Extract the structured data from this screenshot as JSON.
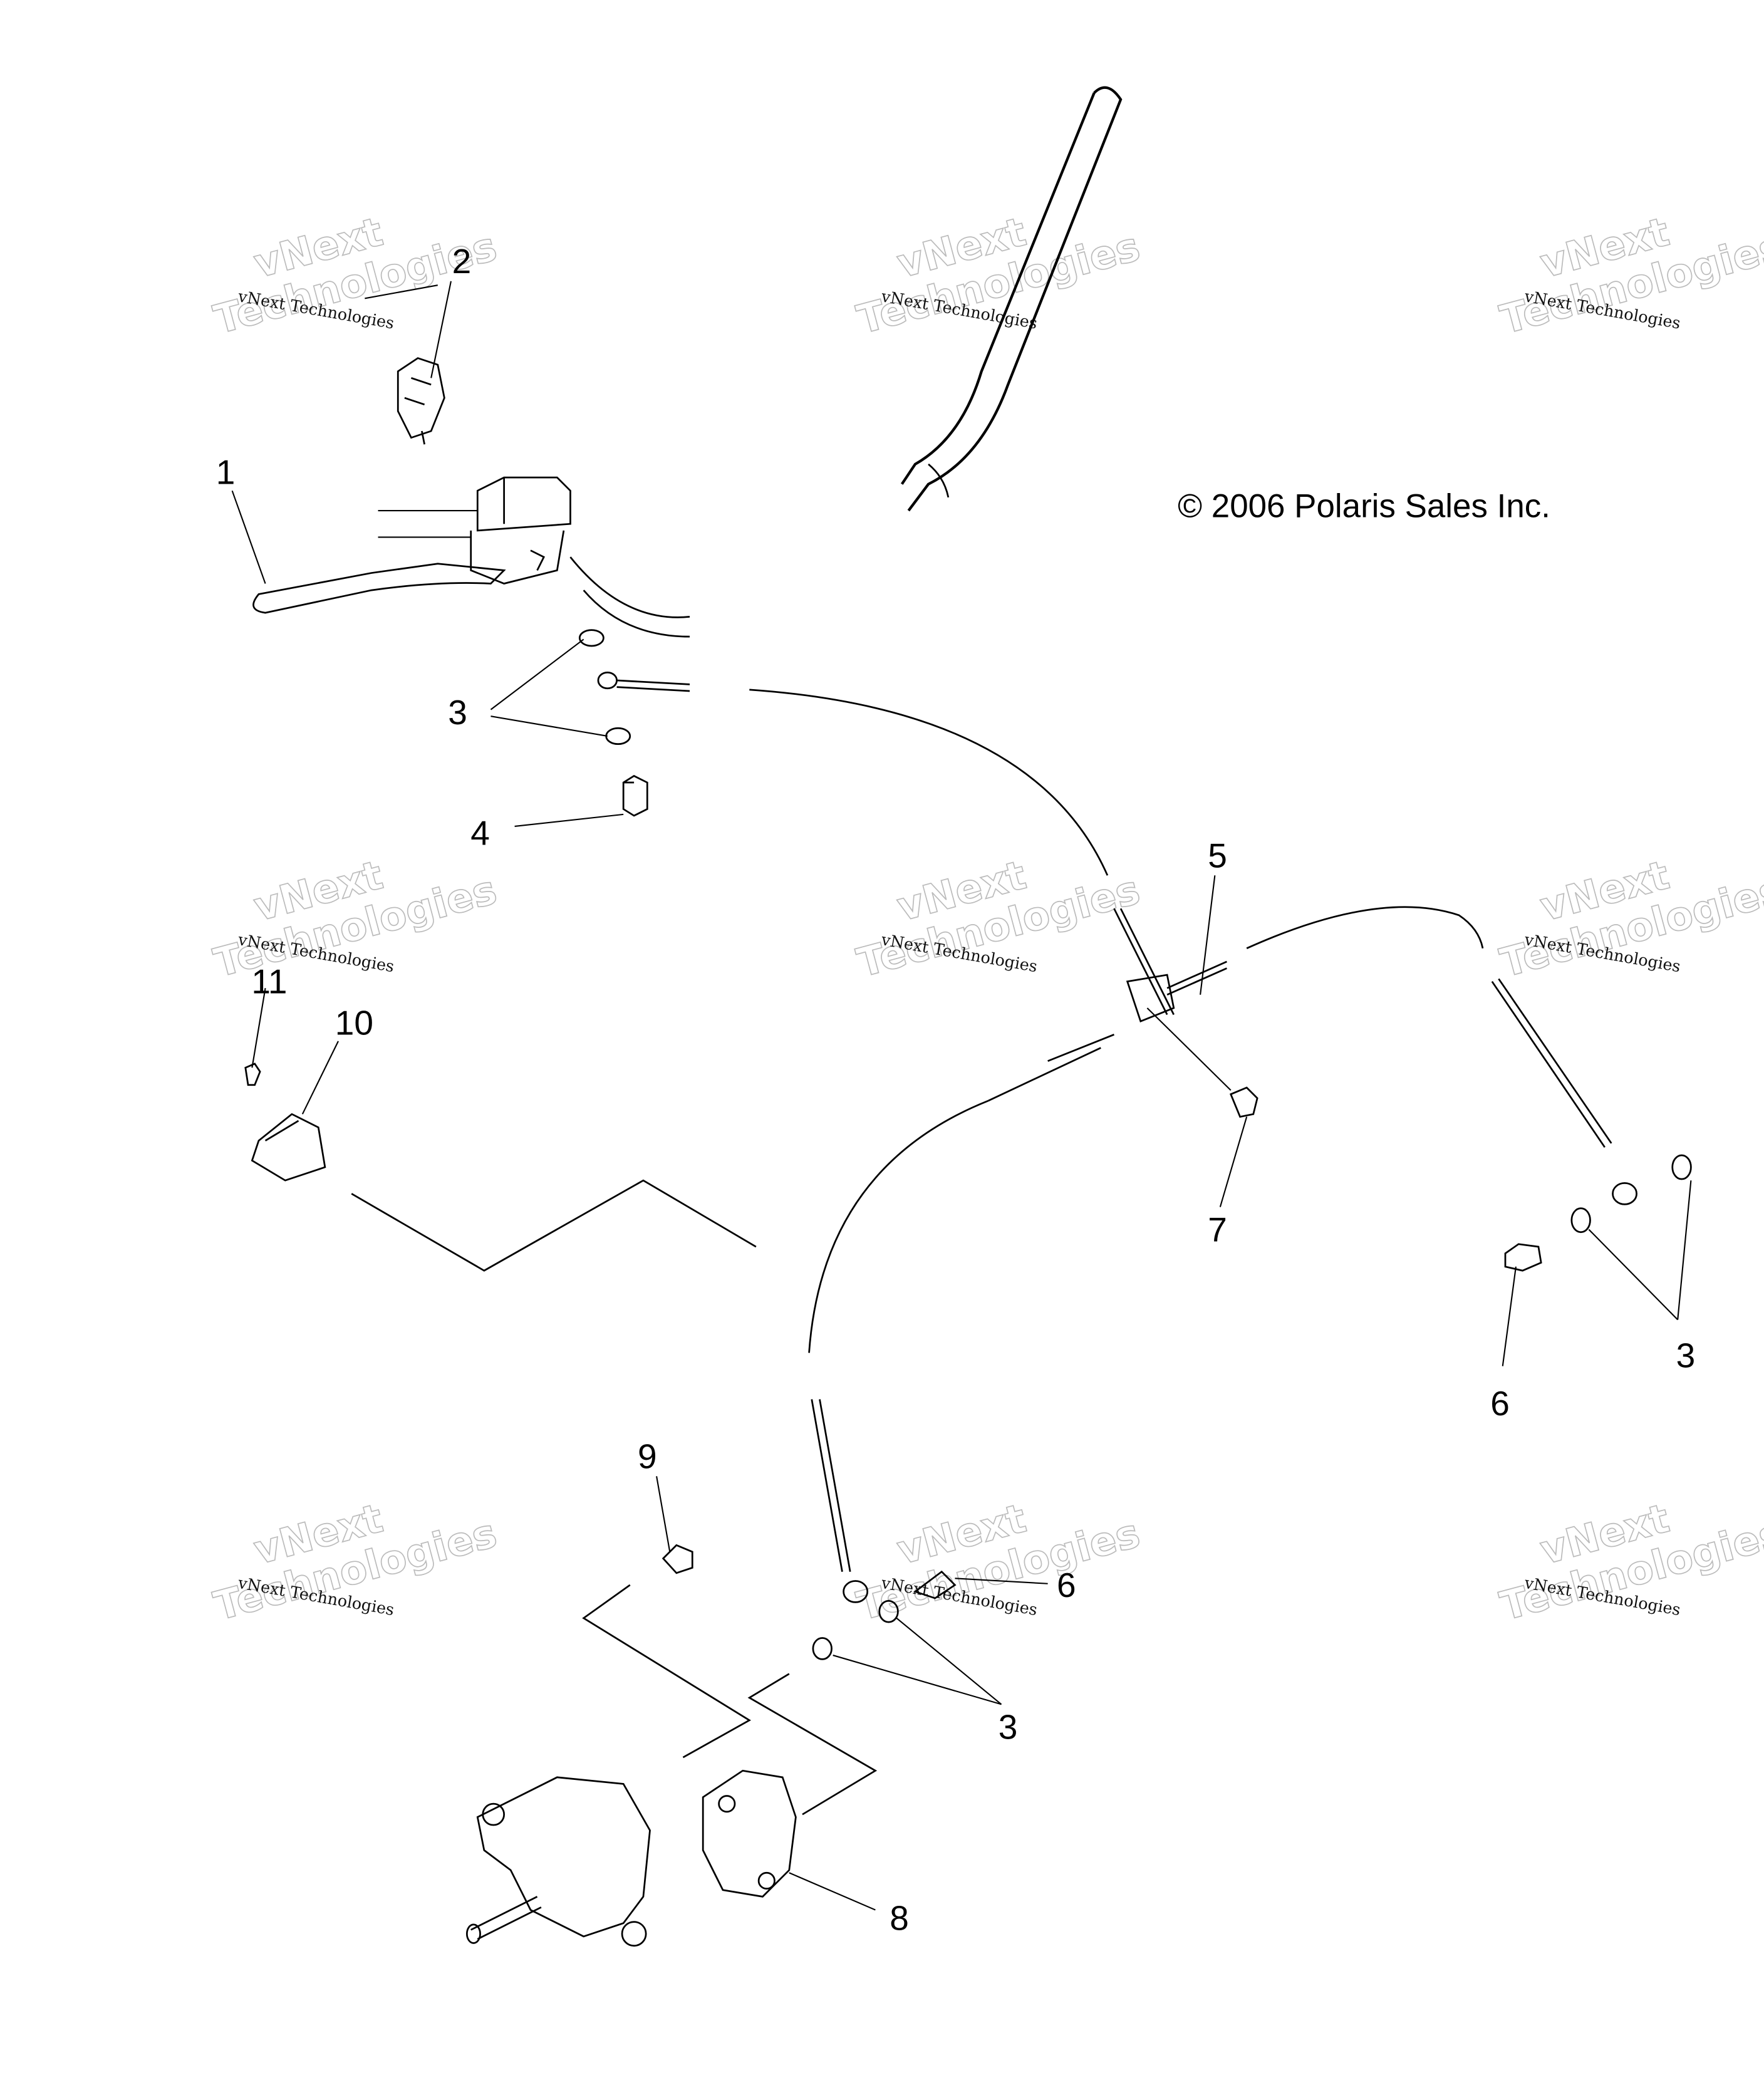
{
  "diagram": {
    "copyright": "© 2006 Polaris Sales Inc.",
    "watermark": {
      "line1": "vNext",
      "line2": "Technologies",
      "small": "vNext Technologies"
    },
    "callouts": [
      {
        "id": "c2",
        "label": "2"
      },
      {
        "id": "c1",
        "label": "1"
      },
      {
        "id": "c3a",
        "label": "3"
      },
      {
        "id": "c4",
        "label": "4"
      },
      {
        "id": "c5",
        "label": "5"
      },
      {
        "id": "c11",
        "label": "11"
      },
      {
        "id": "c10",
        "label": "10"
      },
      {
        "id": "c7",
        "label": "7"
      },
      {
        "id": "c3b",
        "label": "3"
      },
      {
        "id": "c6a",
        "label": "6"
      },
      {
        "id": "c9",
        "label": "9"
      },
      {
        "id": "c6b",
        "label": "6"
      },
      {
        "id": "c3c",
        "label": "3"
      },
      {
        "id": "c8",
        "label": "8"
      }
    ]
  }
}
